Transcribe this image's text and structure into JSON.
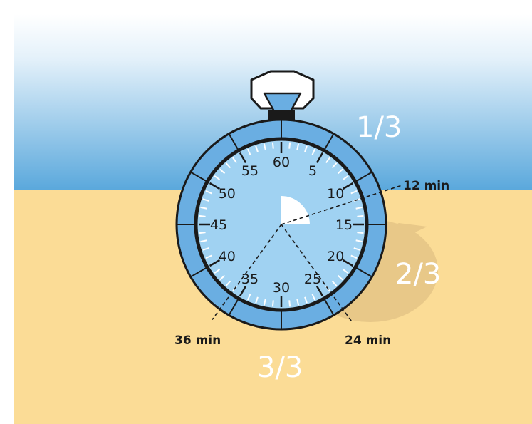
{
  "colors": {
    "sky_top": "#ffffff",
    "sky_bottom": "#5aa8dc",
    "sand": "#fbdc96",
    "shadow": "#e8c888",
    "bezel": "#6aaee2",
    "face": "#a0d2f2",
    "outline": "#1a1a1a",
    "crown_fill": "#6aaee2",
    "third_label": "#ffffff"
  },
  "stopwatch": {
    "dial_numbers": [
      "60",
      "5",
      "10",
      "15",
      "20",
      "25",
      "30",
      "35",
      "40",
      "45",
      "50",
      "55"
    ],
    "elapsed_minutes": 15
  },
  "callouts": [
    {
      "minute": 12,
      "label": "12 min"
    },
    {
      "minute": 24,
      "label": "24 min"
    },
    {
      "minute": 36,
      "label": "36 min"
    }
  ],
  "thirds": {
    "first": "1/3",
    "second": "2/3",
    "third": "3/3"
  }
}
